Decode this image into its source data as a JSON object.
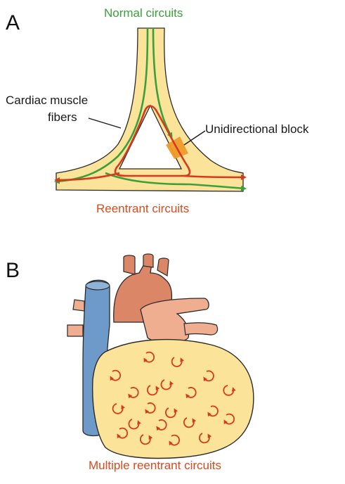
{
  "panel_a": {
    "letter": "A",
    "normal_circuits": "Normal circuits",
    "muscle_fibers_line1": "Cardiac muscle",
    "muscle_fibers_line2": "fibers",
    "unidirectional_block": "Unidirectional block",
    "reentrant_circuits": "Reentrant circuits"
  },
  "panel_b": {
    "letter": "B",
    "multiple_reentrant": "Multiple reentrant circuits"
  },
  "colors": {
    "fiber_fill": "#fbe39a",
    "outline": "#2a2a2a",
    "normal_path": "#3aa13a",
    "reentrant_path": "#d63a1e",
    "block": "#ef9a2a",
    "vessel_blue": "#6e9ac9",
    "aorta": "#dc8668",
    "pulmonary": "#efae90"
  }
}
